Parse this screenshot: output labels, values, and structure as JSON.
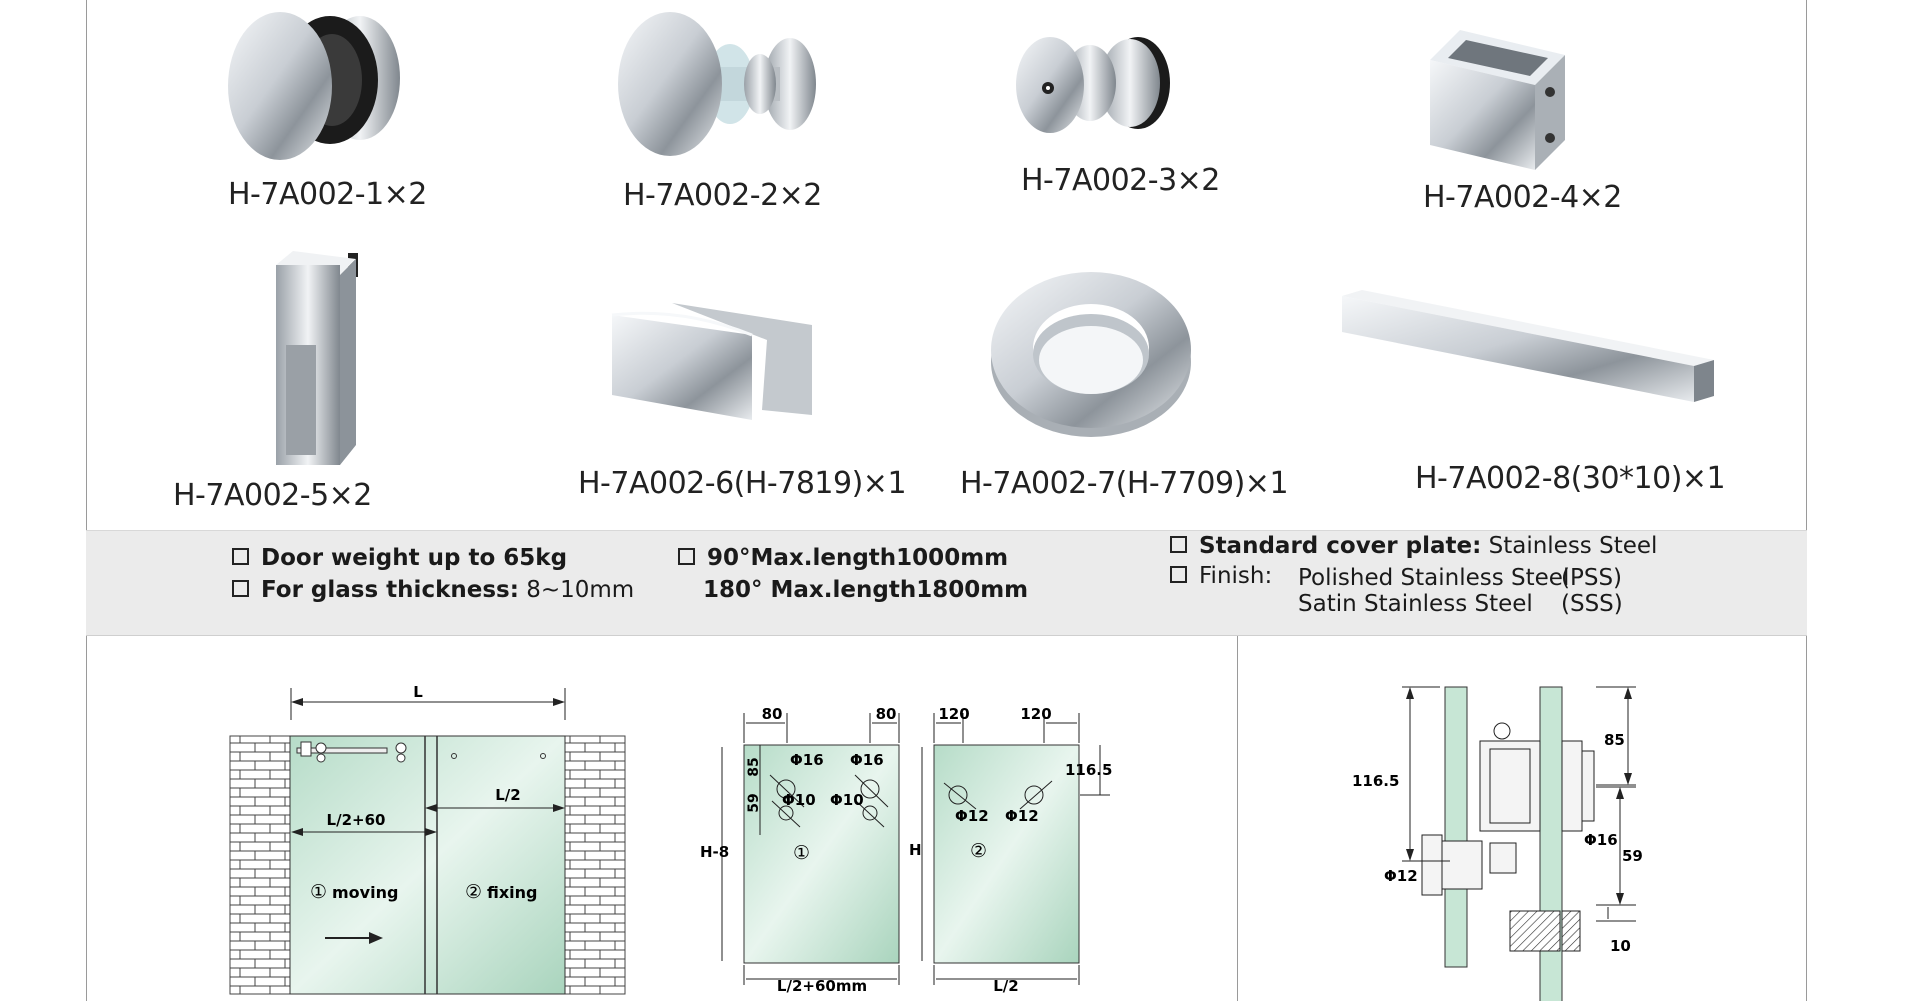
{
  "products": [
    {
      "id": "p1",
      "label": "H-7A002-1×2"
    },
    {
      "id": "p2",
      "label": "H-7A002-2×2"
    },
    {
      "id": "p3",
      "label": "H-7A002-3×2"
    },
    {
      "id": "p4",
      "label": "H-7A002-4×2"
    },
    {
      "id": "p5",
      "label": "H-7A002-5×2"
    },
    {
      "id": "p6",
      "label": "H-7A002-6(H-7819)×1"
    },
    {
      "id": "p7",
      "label": "H-7A002-7(H-7709)×1"
    },
    {
      "id": "p8",
      "label": "H-7A002-8(30*10)×1"
    }
  ],
  "specs": {
    "door_weight": {
      "label": "Door weight up to 65kg"
    },
    "glass": {
      "label": "For glass thickness:",
      "value": "8~10mm"
    },
    "max90": {
      "label": "90°Max.length1000mm"
    },
    "max180": {
      "label": "180° Max.length1800mm"
    },
    "cover": {
      "label": "Standard cover plate:",
      "value": "Stainless Steel"
    },
    "finish": {
      "label": "Finish:",
      "opt1": "Polished Stainless Steel",
      "opt1_code": "(PSS)",
      "opt2": "Satin Stainless Steel",
      "opt2_code": "(SSS)"
    }
  },
  "diagram1": {
    "L": "L",
    "half_plus": "L/2+60",
    "half": "L/2",
    "moving_num": "①",
    "moving": "moving",
    "fixing_num": "②",
    "fixing": "fixing"
  },
  "diagram2": {
    "d80a": "80",
    "d80b": "80",
    "d120a": "120",
    "d120b": "120",
    "d85": "85",
    "d59": "59",
    "phi16a": "Φ16",
    "phi16b": "Φ16",
    "phi10a": "Φ10",
    "phi10b": "Φ10",
    "phi12a": "Φ12",
    "phi12b": "Φ12",
    "d116": "116.5",
    "h8": "H-8",
    "h": "H",
    "num1": "①",
    "num2": "②",
    "bottom1": "L/2+60mm",
    "bottom2": "L/2"
  },
  "diagram3": {
    "d116": "116.5",
    "d85": "85",
    "phi16": "Φ16",
    "d59": "59",
    "phi12": "Φ12",
    "d10": "10"
  },
  "colors": {
    "glass": "#c7e6d5",
    "band": "#ebebeb",
    "metal": "#d7dbe0"
  }
}
